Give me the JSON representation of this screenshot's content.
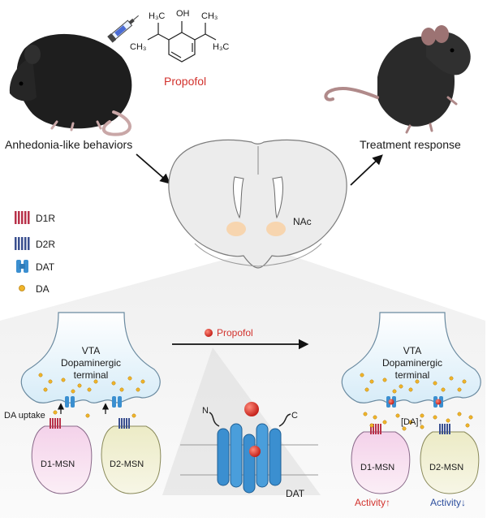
{
  "top": {
    "propofol_label": "Propofol",
    "anhedonia_label": "Anhedonia-like behaviors",
    "treatment_label": "Treatment response",
    "nac_label": "NAc"
  },
  "chem": {
    "oh": "OH",
    "h3c_a": "H₃C",
    "ch3_a": "CH₃",
    "h3c_b": "H₃C",
    "ch3_b": "CH₃"
  },
  "legend": {
    "items": [
      {
        "label": "D1R",
        "icon": "d1r-receptor-icon"
      },
      {
        "label": "D2R",
        "icon": "d2r-receptor-icon"
      },
      {
        "label": "DAT",
        "icon": "dat-transporter-icon"
      },
      {
        "label": "DA",
        "icon": "dopamine-dot-icon"
      }
    ]
  },
  "left_panel": {
    "terminal_line1": "VTA",
    "terminal_line2": "Dopaminergic",
    "terminal_line3": "terminal",
    "uptake": "DA uptake",
    "d1": "D1-MSN",
    "d2": "D2-MSN"
  },
  "middle": {
    "propofol": "Propofol",
    "dat": "DAT",
    "n_term": "N",
    "c_term": "C"
  },
  "right_panel": {
    "terminal_line1": "VTA",
    "terminal_line2": "Dopaminergic",
    "terminal_line3": "terminal",
    "da_conc": "[DA]",
    "up_arrow": "↑",
    "d1": "D1-MSN",
    "d2": "D2-MSN",
    "activity_d1": "Activity",
    "activity_d1_arrow": "↑",
    "activity_d2": "Activity",
    "activity_d2_arrow": "↓"
  },
  "colors": {
    "propofol_red": "#d2322d",
    "d1_receptor": "#b8324a",
    "d2_receptor": "#3a4f8f",
    "dat_blue": "#3b8fd0",
    "dopamine_yellow": "#f0b429",
    "activity_blue": "#2d4f9e"
  }
}
